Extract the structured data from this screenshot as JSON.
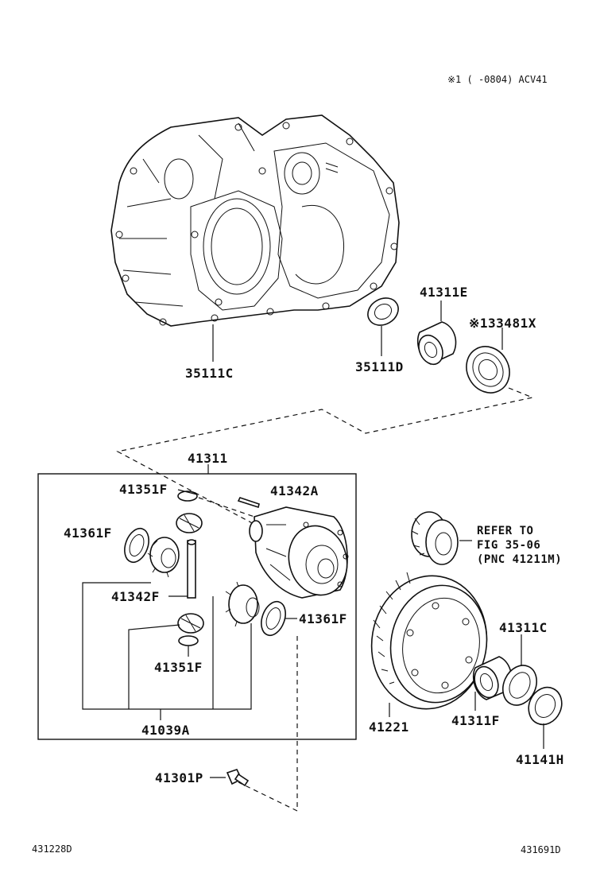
{
  "header_note": "※1 (      -0804) ACV41",
  "parts": {
    "p35111C": "35111C",
    "p35111D": "35111D",
    "p41311E": "41311E",
    "p33481X": "※133481X",
    "p41311": "41311",
    "p41351F_top": "41351F",
    "p41342A": "41342A",
    "p41361F_left": "41361F",
    "p41342F": "41342F",
    "p41361F_right": "41361F",
    "p41351F_bot": "41351F",
    "p41039A": "41039A",
    "p41301P": "41301P",
    "p41221": "41221",
    "p41311C": "41311C",
    "p41311F": "41311F",
    "p41141H": "41141H"
  },
  "refer": {
    "line1": "REFER TO",
    "line2": "FIG 35-06",
    "line3": "(PNC 41211M)"
  },
  "footer": {
    "left_code": "431228D",
    "right_code": "431691D"
  }
}
